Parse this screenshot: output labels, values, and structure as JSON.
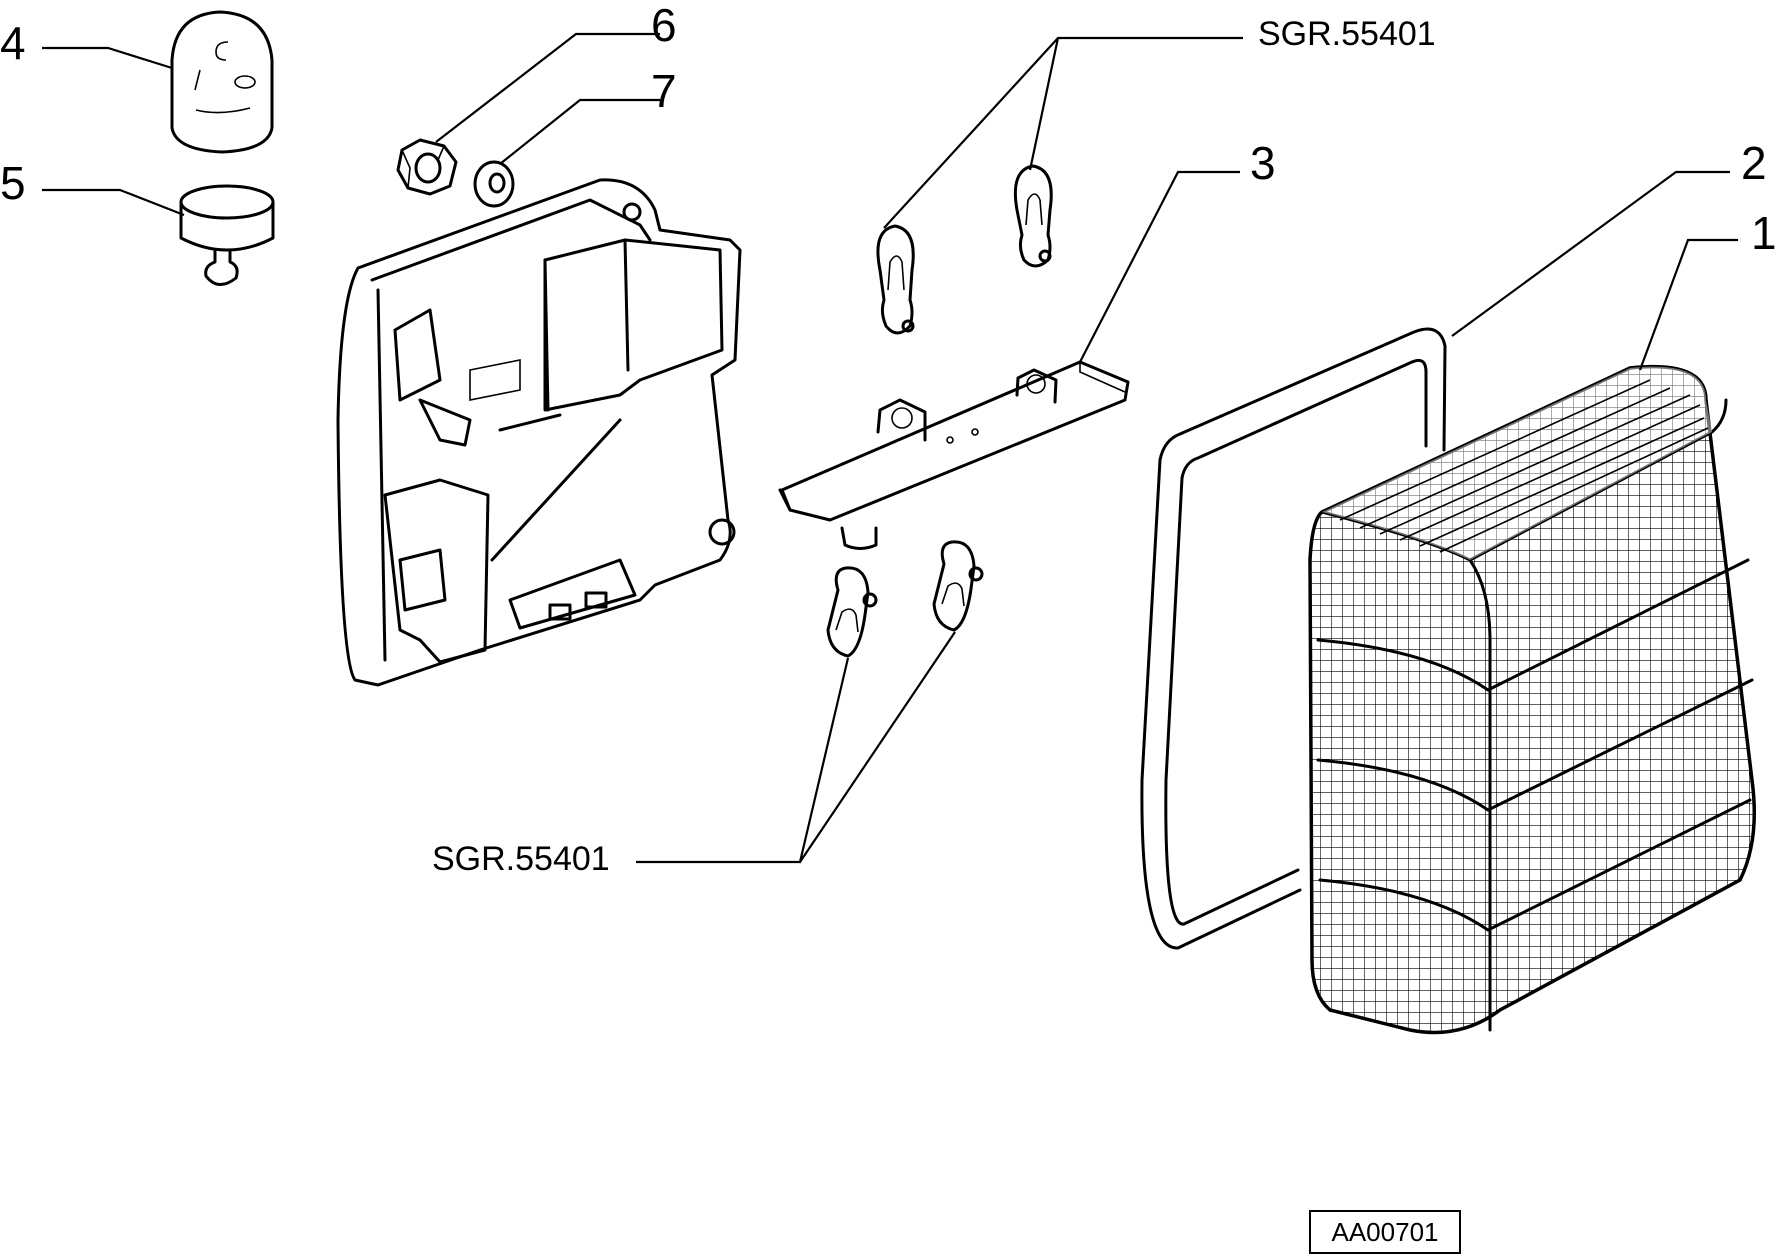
{
  "callouts": {
    "n1": "1",
    "n2": "2",
    "n3": "3",
    "n4": "4",
    "n5": "5",
    "n6": "6",
    "n7": "7",
    "ref_top": "SGR.55401",
    "ref_bottom": "SGR.55401"
  },
  "drawing_code": "AA00701",
  "parts": [
    {
      "name": "tail-lamp-lens",
      "callout": "1"
    },
    {
      "name": "lens-gasket",
      "callout": "2"
    },
    {
      "name": "bulb-holder-plate",
      "callout": "3"
    },
    {
      "name": "cap",
      "callout": "4"
    },
    {
      "name": "plug",
      "callout": "5"
    },
    {
      "name": "nut",
      "callout": "6"
    },
    {
      "name": "washer",
      "callout": "7"
    },
    {
      "name": "bulbs-upper",
      "callout": "SGR.55401"
    },
    {
      "name": "bulbs-lower",
      "callout": "SGR.55401"
    },
    {
      "name": "lamp-housing",
      "callout": ""
    }
  ]
}
